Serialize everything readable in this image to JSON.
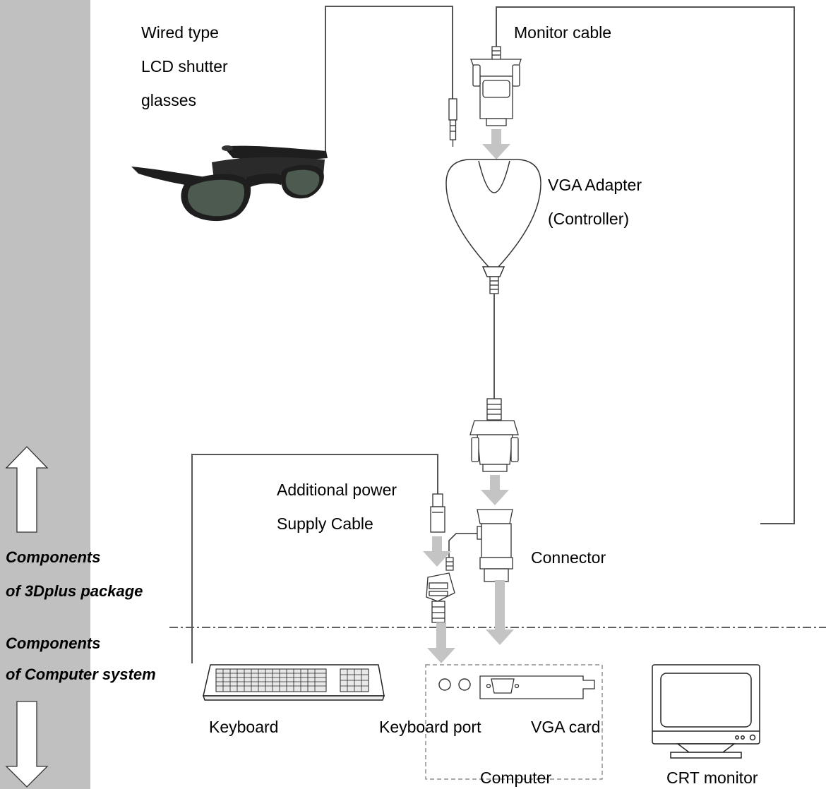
{
  "labels": {
    "glasses_line1": "Wired type",
    "glasses_line2": "LCD shutter",
    "glasses_line3": "glasses",
    "monitor_cable": "Monitor cable",
    "vga_adapter_line1": "VGA Adapter",
    "vga_adapter_line2": "(Controller)",
    "power_cable_line1": "Additional power",
    "power_cable_line2": "Supply Cable",
    "connector": "Connector",
    "keyboard": "Keyboard",
    "keyboard_port": "Keyboard port",
    "vga_card": "VGA card",
    "computer": "Computer",
    "crt_monitor": "CRT monitor"
  },
  "sections": {
    "package_line1": "Components",
    "package_line2": "of 3Dplus package",
    "system_line1": "Components",
    "system_line2": "of Computer system"
  },
  "colors": {
    "sidebar": "#c0c0c0",
    "flow_arrow": "#c4c4c4",
    "line": "#555555",
    "glasses_frame": "#1e1e1e",
    "glasses_lens": "#4d5a50"
  }
}
